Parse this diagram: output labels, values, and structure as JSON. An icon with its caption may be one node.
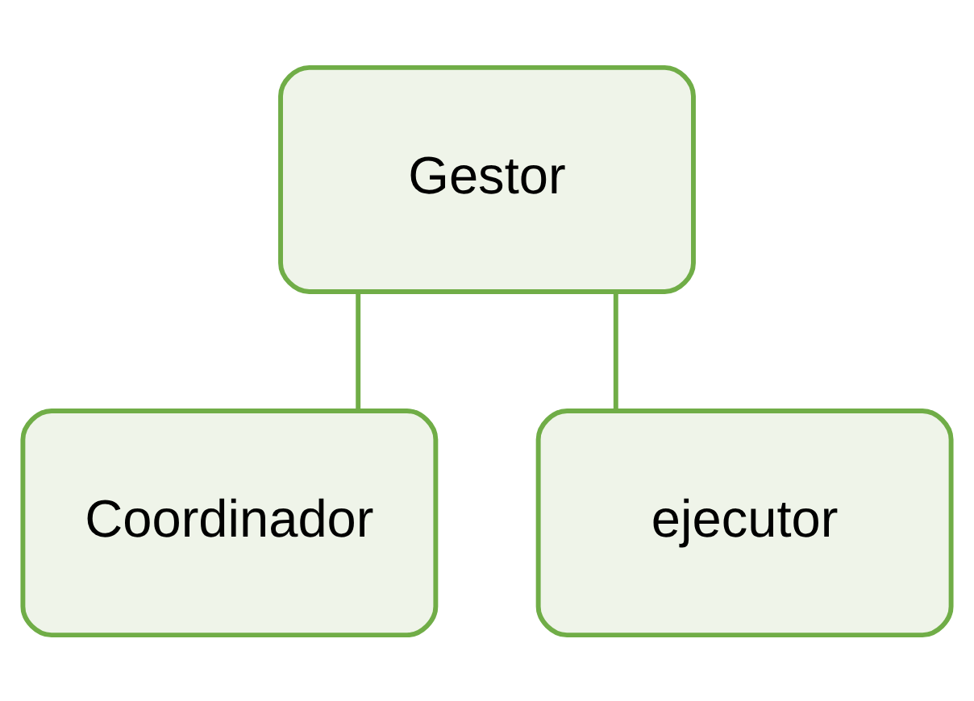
{
  "diagram": {
    "nodes": [
      {
        "text": [
          "Gestor"
        ]
      },
      {
        "text": [
          "Coordinador"
        ]
      },
      {
        "text": [
          "ejecutor"
        ]
      }
    ],
    "edges": [
      {
        "from": 0,
        "to": 1,
        "arrow": "none"
      },
      {
        "from": 0,
        "to": 2,
        "arrow": "none"
      }
    ]
  }
}
